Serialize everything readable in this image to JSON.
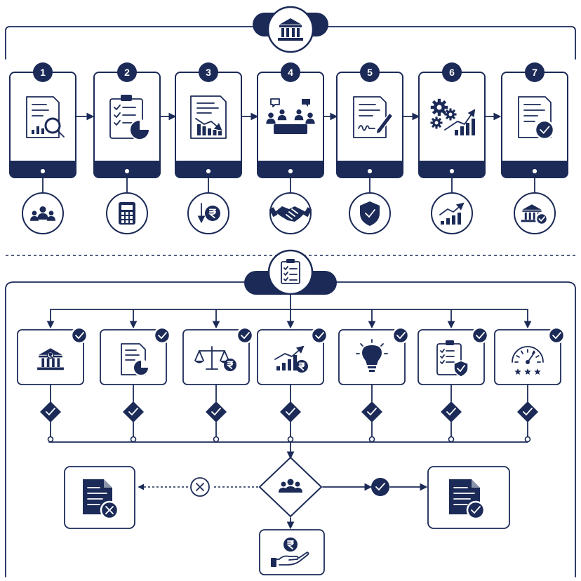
{
  "colors": {
    "primary": "#1b2a57",
    "background": "#ffffff"
  },
  "top_process": {
    "header_icon": "bank-icon",
    "steps": [
      {
        "number": "1",
        "card_icon": "document-search-chart-icon",
        "sub_icon": "people-group-icon"
      },
      {
        "number": "2",
        "card_icon": "checklist-pie-chart-icon",
        "sub_icon": "calculator-icon"
      },
      {
        "number": "3",
        "card_icon": "report-declining-chart-icon",
        "sub_icon": "rupee-down-arrow-icon"
      },
      {
        "number": "4",
        "card_icon": "meeting-discussion-icon",
        "sub_icon": "handshake-icon"
      },
      {
        "number": "5",
        "card_icon": "document-signing-icon",
        "sub_icon": "shield-check-icon"
      },
      {
        "number": "6",
        "card_icon": "gears-growth-chart-icon",
        "sub_icon": "growth-chart-icon"
      },
      {
        "number": "7",
        "card_icon": "document-approved-icon",
        "sub_icon": "bank-verified-icon"
      }
    ]
  },
  "bottom_process": {
    "header_icon": "clipboard-checklist-icon",
    "criteria": [
      {
        "icon": "rupee-bank-icon"
      },
      {
        "icon": "document-pie-chart-icon"
      },
      {
        "icon": "balance-scale-rupee-icon"
      },
      {
        "icon": "growth-bars-rupee-icon"
      },
      {
        "icon": "lightbulb-icon"
      },
      {
        "icon": "clipboard-shield-icon"
      },
      {
        "icon": "rating-gauge-icon"
      }
    ],
    "decision_icon": "committee-group-icon",
    "rejected_icon": "document-rejected-icon",
    "approved_icon": "document-approved-icon",
    "disbursement_icon": "rupee-hand-disbursement-icon"
  }
}
